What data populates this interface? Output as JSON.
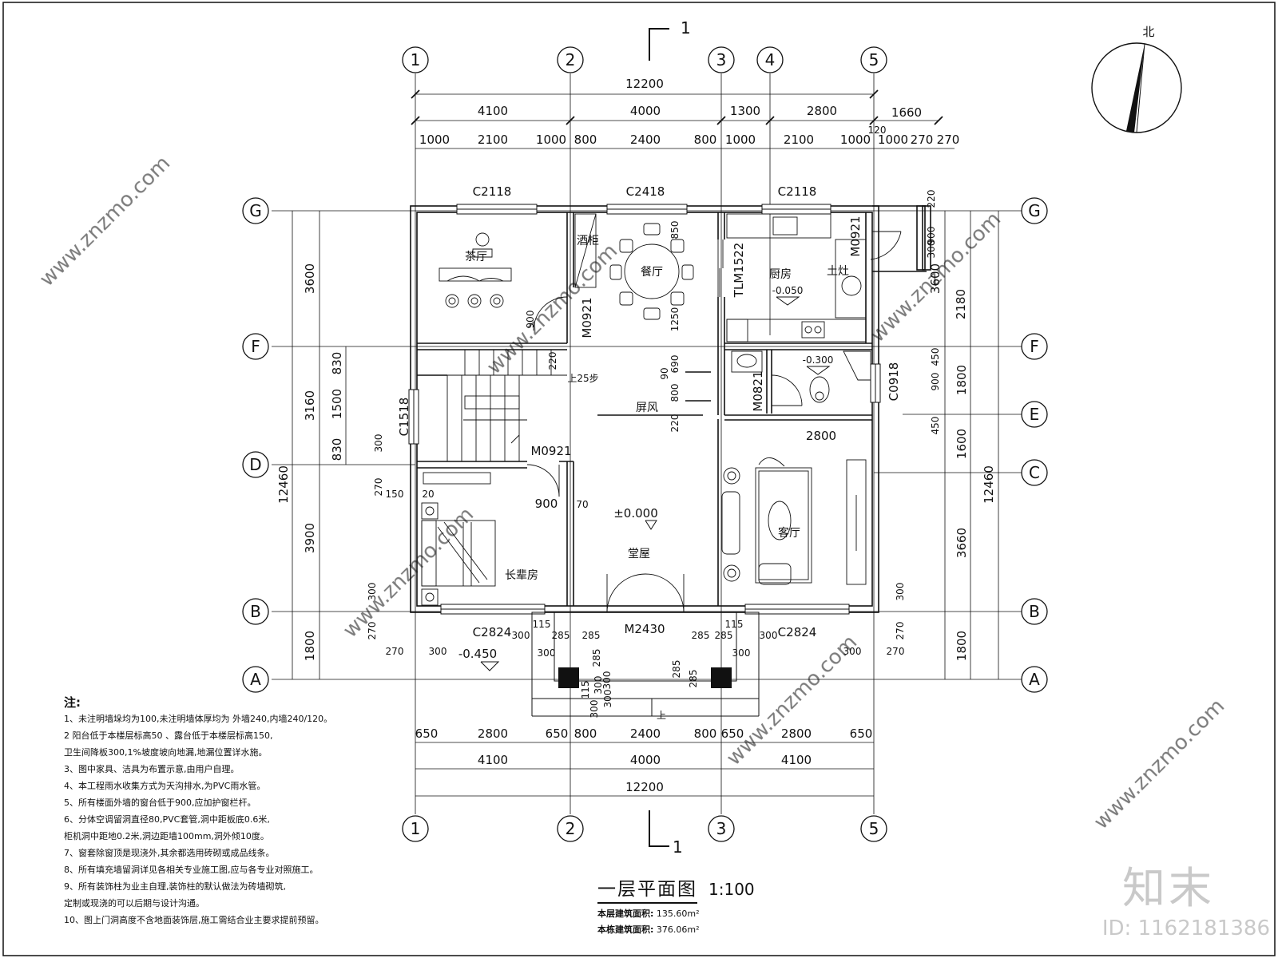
{
  "drawing": {
    "title": "一层平面图",
    "scale": "1:100",
    "floor_area_label": "本层建筑面积:",
    "floor_area_value": "135.60m²",
    "total_area_label": "本栋建筑面积:",
    "total_area_value": "376.06m²",
    "north_label": "北",
    "section_mark": "1"
  },
  "axes": {
    "vertical": [
      "1",
      "2",
      "3",
      "4",
      "5"
    ],
    "horizontal": [
      "G",
      "F",
      "E",
      "D",
      "C",
      "B",
      "A"
    ]
  },
  "dimensions": {
    "top_total": "12200",
    "top_mid": [
      "4100",
      "4000",
      "1300",
      "2800",
      "1660"
    ],
    "top_fine": [
      "1000",
      "2100",
      "1000",
      "800",
      "2400",
      "800",
      "1000",
      "2100",
      "1000",
      "1000",
      "270",
      "270"
    ],
    "top_misc": "120",
    "bottom_fine": [
      "650",
      "2800",
      "650",
      "800",
      "2400",
      "800",
      "650",
      "2800",
      "650"
    ],
    "bottom_mid": [
      "4100",
      "4000",
      "4100"
    ],
    "bottom_total": "12200",
    "left_outer": [
      "3600",
      "3160",
      "3900",
      "1800"
    ],
    "left_total": "12460",
    "left_inner": [
      "830",
      "1500",
      "830"
    ],
    "left_small": [
      "300",
      "270",
      "150",
      "20",
      "300",
      "270",
      "270",
      "300"
    ],
    "right_inner": [
      "220",
      "300",
      "900",
      "2180",
      "450",
      "900",
      "450",
      "1600",
      "1800",
      "3660",
      "300",
      "270",
      "1800",
      "270",
      "300"
    ],
    "right_mid": [
      "3600"
    ],
    "right_total": "12460",
    "interior": [
      "900",
      "850",
      "1250",
      "690",
      "90",
      "800",
      "220",
      "220",
      "2800",
      "900",
      "70",
      "115",
      "285",
      "285",
      "300",
      "300",
      "285",
      "285",
      "115",
      "300",
      "300",
      "285",
      "285",
      "300",
      "285",
      "115",
      "300",
      "300",
      "300"
    ]
  },
  "rooms": {
    "tea_room": "茶厅",
    "dining": "餐厅",
    "kitchen": "厨房",
    "stove": "土灶",
    "wine_cabinet": "酒柜",
    "living": "客厅",
    "hall": "堂屋",
    "screen": "屏风",
    "elder_room": "长辈房",
    "stairs_up": "上25步",
    "up": "上"
  },
  "openings": [
    "C2118",
    "C2418",
    "C2118",
    "M0921",
    "TLM1522",
    "M0921",
    "C1518",
    "M0921",
    "M0821",
    "C0918",
    "C2824",
    "M2430",
    "C2824"
  ],
  "elevations": [
    "-0.050",
    "-0.300",
    "±0.000",
    "-0.450"
  ],
  "notes": {
    "heading": "注:",
    "lines": [
      "1、未注明墙垛均为100,未注明墙体厚均为 外墙240,内墙240/120。",
      "2 阳台低于本楼层标高50 、露台低于本楼层标高150,",
      "   卫生间降板300,1%坡度坡向地漏,地漏位置详水施。",
      "3、图中家具、洁具为布置示意,由用户自理。",
      "4、本工程雨水收集方式为天沟排水,为PVC雨水管。",
      "5、所有楼面外墙的窗台低于900,应加护窗栏杆。",
      "6、分体空调留洞直径80,PVC套管,洞中距板底0.6米,",
      "   柜机洞中距地0.2米,洞边距墙100mm,洞外倾10度。",
      "7、窗套除窗顶是现浇外,其余都选用砖砌或成品线条。",
      "8、所有填充墙留洞详见各相关专业施工图,应与各专业对照施工。",
      "9、所有装饰柱为业主自理,装饰柱的默认做法为砖墙砌筑,",
      "   定制或现浇的可以后期与设计沟通。",
      "10、图上门洞高度不含地面装饰层,施工需结合业主要求提前预留。"
    ]
  },
  "watermark": {
    "brand": "知末",
    "image_id": "ID: 1162181386",
    "text": "www.znzmo.com"
  },
  "colors": {
    "line": "#111111",
    "watermark": "#c9c9c9"
  }
}
